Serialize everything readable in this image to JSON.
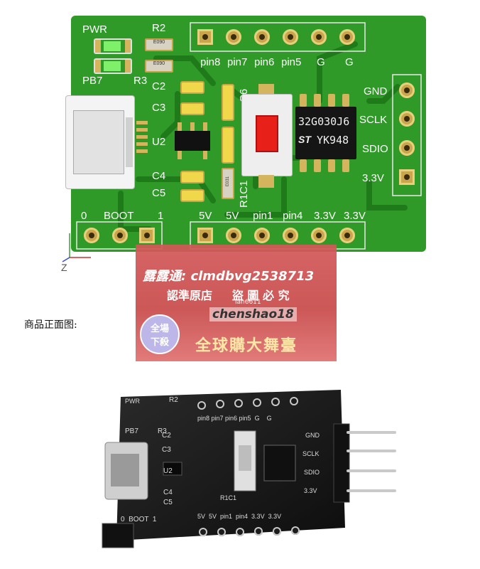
{
  "board": {
    "labels": {
      "pwr": "PWR",
      "r2": "R2",
      "pb7": "PB7",
      "r3": "R3",
      "c2": "C2",
      "c3": "C3",
      "u2": "U2",
      "c4": "C4",
      "c5": "C5",
      "c6": "C6",
      "r1c1": "R1C1",
      "top_pins": [
        "pin8",
        "pin7",
        "pin6",
        "pin5",
        "G",
        "G"
      ],
      "side_pins": [
        "GND",
        "SCLK",
        "SDIO",
        "3.3V"
      ],
      "bottom_left": [
        "0",
        "BOOT",
        "1"
      ],
      "bottom_pins": [
        "5V",
        "5V",
        "pin1",
        "pin4",
        "3.3V",
        "3.3V"
      ],
      "resistor_code": "E090",
      "resistor_code_small": "E031"
    },
    "chip": {
      "line1": "32G030J6",
      "line2": "YK948",
      "logo": "ST"
    },
    "axis_label": "Z",
    "colors": {
      "pcb": "#2f9a28",
      "pcb_dark": "#1f7a1a",
      "gold": "#c9a64a"
    }
  },
  "caption": "商品正面图:",
  "watermark": {
    "line1": "露露通: clmdbvg2538713",
    "line2": "認準原店     盜 圖 必 究",
    "tiny": "lan6611",
    "line3": "chenshao18",
    "badge_top": "全場",
    "badge_bottom": "下殺",
    "banner": "全球購大舞臺"
  },
  "photo": {
    "labels": {
      "pwr": "PWR",
      "r2": "R2",
      "pb7": "PB7",
      "r3": "R3",
      "c2": "C2",
      "c3": "C3",
      "u2": "U2",
      "c4": "C4",
      "c5": "C5",
      "r1c1": "R1C1",
      "top_pins": "pin8 pin7 pin6 pin5  G    G",
      "side_pins": [
        "GND",
        "SCLK",
        "SDIO",
        "3.3V"
      ],
      "bottom": "0  BOOT  1",
      "bottom_pins": "5V  5V  pin1  pin4  3.3V  3.3V"
    }
  }
}
